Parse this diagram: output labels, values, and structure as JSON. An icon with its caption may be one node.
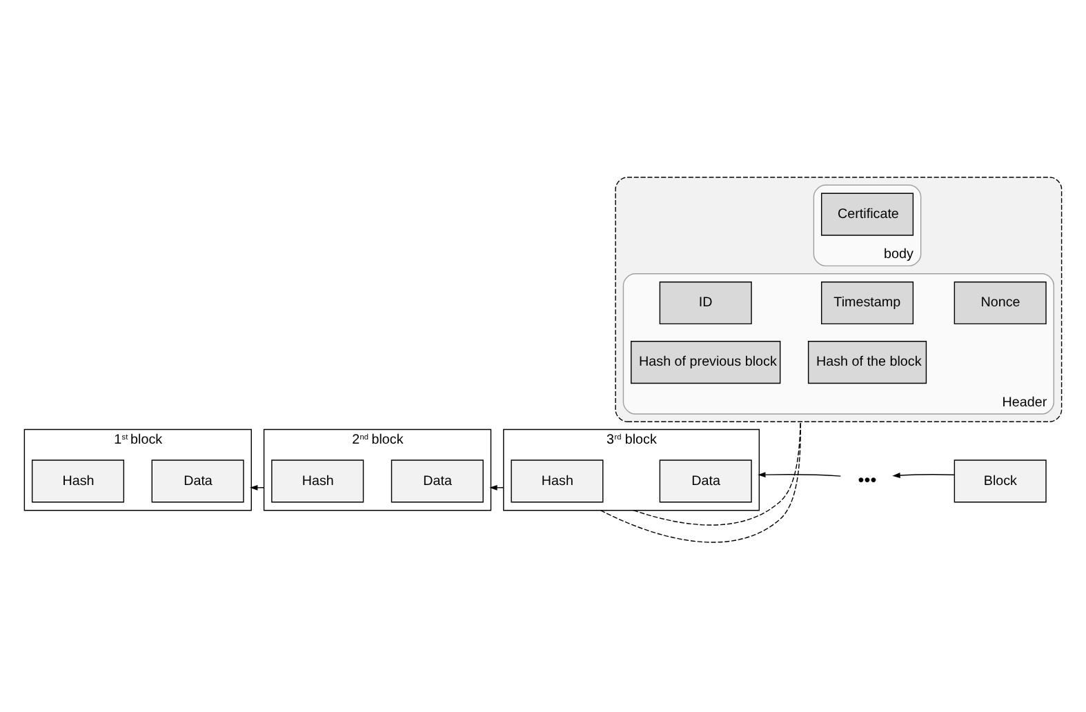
{
  "diagram": {
    "nodes": [
      {
        "text": [
          "1$^{st}$ block"
        ]
      },
      {
        "text": [
          "Hash"
        ],
        "in": 0
      },
      {
        "text": [
          "Data"
        ],
        "in": 0
      },
      {
        "text": [
          "2$^{nd}$ block"
        ]
      },
      {
        "text": [
          "Hash"
        ],
        "in": 3
      },
      {
        "text": [
          "Data"
        ],
        "in": 3
      },
      {
        "text": [
          "3$^{rd}$ block"
        ]
      },
      {
        "text": [
          "Hash"
        ],
        "in": 6
      },
      {
        "text": [
          "Data"
        ],
        "in": 6
      },
      {
        "text": [
          "•••"
        ]
      },
      {
        "text": [
          "Block"
        ]
      },
      {
        "text": [],
        "shape": "box"
      },
      {
        "text": [
          "Header"
        ],
        "in": 11
      },
      {
        "text": [
          "ID"
        ],
        "in": 12
      },
      {
        "text": [
          "Timestamp"
        ],
        "in": 12
      },
      {
        "text": [
          "Nonce"
        ],
        "in": 12
      },
      {
        "text": [
          "Hash of previous block"
        ],
        "in": 12
      },
      {
        "text": [
          "Hash of the block"
        ],
        "in": 12
      },
      {
        "text": [
          "body"
        ],
        "in": 11
      },
      {
        "text": [
          "Certificate"
        ],
        "in": 18
      }
    ],
    "edges": [
      {
        "from": 3,
        "to": 0,
        "arrow": "to"
      },
      {
        "from": 6,
        "to": 3,
        "arrow": "to"
      },
      {
        "from": 9,
        "to": 6,
        "arrow": "to"
      },
      {
        "from": 10,
        "to": 9,
        "arrow": "to"
      },
      {
        "from": 6,
        "to": 11,
        "arrow": "none",
        "style": "dashed"
      },
      {
        "from": 6,
        "to": 11,
        "arrow": "none",
        "style": "dashed"
      }
    ]
  }
}
